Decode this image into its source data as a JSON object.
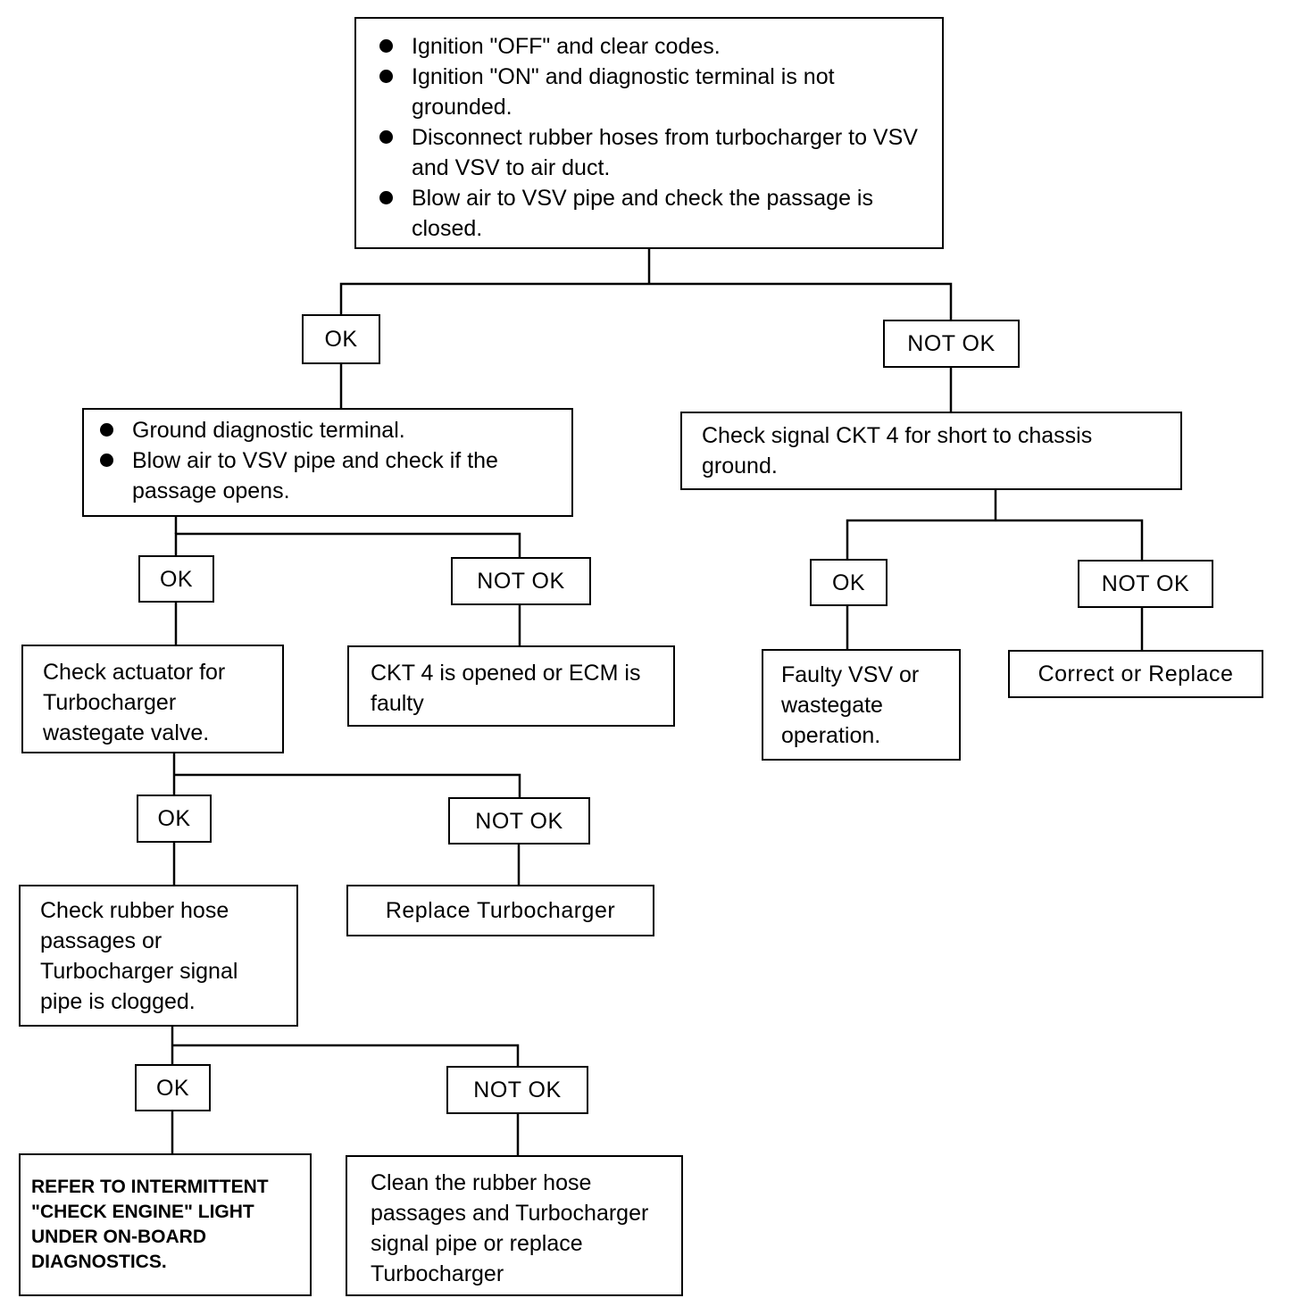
{
  "start": {
    "steps": [
      "Ignition \"OFF\" and clear codes.",
      "Ignition \"ON\" and diagnostic terminal is not grounded.",
      "Disconnect rubber hoses from turbocharger to VSV and VSV to air duct.",
      "Blow air to VSV pipe and check the passage is closed."
    ]
  },
  "branch1": {
    "ok_label": "OK",
    "not_ok_label": "NOT OK"
  },
  "ground_test": {
    "steps": [
      "Ground diagnostic terminal.",
      "Blow air to VSV pipe and check if the passage opens."
    ]
  },
  "short_check": {
    "text": "Check signal CKT 4 for short to chassis ground."
  },
  "branch2": {
    "ok_label": "OK",
    "not_ok_label": "NOT OK"
  },
  "branch3": {
    "ok_label": "OK",
    "not_ok_label": "NOT OK"
  },
  "actuator_check": {
    "text": "Check actuator for Turbocharger wastegate valve."
  },
  "ckt_open": {
    "text": "CKT 4 is opened or ECM is faulty"
  },
  "faulty_vsv": {
    "text": "Faulty VSV or wastegate operation."
  },
  "correct_replace": {
    "text": "Correct or Replace"
  },
  "branch4": {
    "ok_label": "OK",
    "not_ok_label": "NOT OK"
  },
  "hose_check": {
    "text": "Check rubber hose passages or Turbocharger signal pipe is clogged."
  },
  "replace_turbo": {
    "text": "Replace Turbocharger"
  },
  "branch5": {
    "ok_label": "OK",
    "not_ok_label": "NOT OK"
  },
  "refer_intermittent": {
    "text": "REFER TO INTERMITTENT \"CHECK ENGINE\" LIGHT UNDER ON-BOARD DIAGNOSTICS."
  },
  "clean_hose": {
    "text": "Clean the rubber hose passages and Turbocharger signal pipe or replace Turbocharger"
  }
}
